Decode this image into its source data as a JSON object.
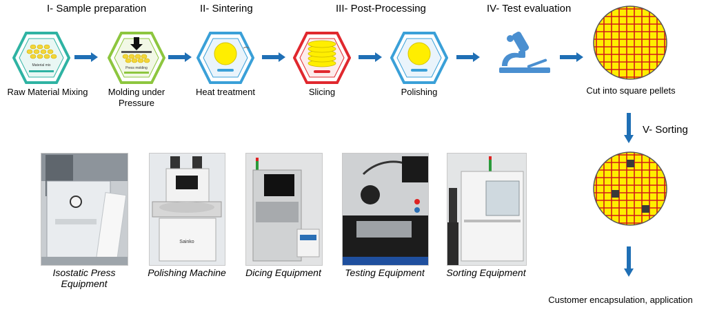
{
  "stages": [
    {
      "title": "I- Sample preparation"
    },
    {
      "title": "II- Sintering"
    },
    {
      "title": "III- Post-Processing"
    },
    {
      "title": "IV- Test evaluation"
    },
    {
      "title": "V- Sorting"
    }
  ],
  "steps": [
    {
      "label": "Raw Material Mixing",
      "icon_text": "Material mix"
    },
    {
      "label": "Molding under Pressure",
      "icon_text": "Press molding"
    },
    {
      "label": "Heat treatment"
    },
    {
      "label": "Slicing"
    },
    {
      "label": "Polishing"
    },
    {
      "label": "Cut into square pellets"
    }
  ],
  "final_label": "Customer encapsulation, application",
  "equipment": [
    {
      "label": "Isostatic Press Equipment"
    },
    {
      "label": "Polishing Machine",
      "brand": "Sainko"
    },
    {
      "label": "Dicing Equipment"
    },
    {
      "label": "Testing Equipment"
    },
    {
      "label": "Sorting Equipment"
    }
  ],
  "colors": {
    "arrow": "#1f6fb5",
    "wafer_fill": "#ffee00",
    "wafer_grid": "#d11a1a",
    "defect": "#3a3a3a",
    "hex_teal": "#2fb3a3",
    "hex_green": "#8dc63f",
    "hex_blue": "#3aa0d8",
    "hex_red": "#e0282e",
    "microscope": "#4a8fd0"
  }
}
